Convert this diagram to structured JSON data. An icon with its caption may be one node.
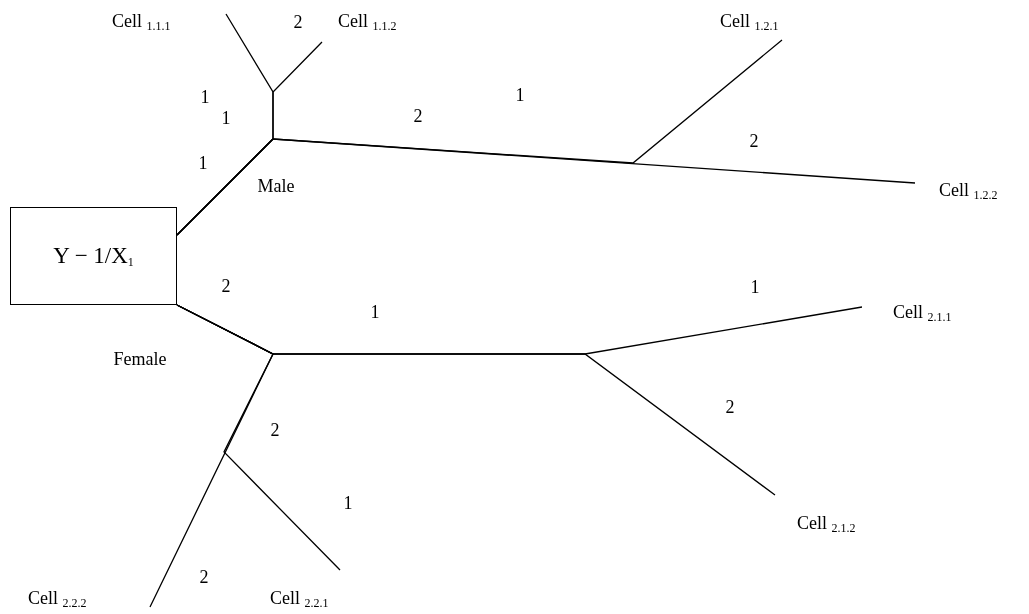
{
  "diagram": {
    "nodes": [
      {
        "text": [
          "Y − 1/X$_{1}$"
        ]
      },
      {
        "text": [
          "Cell $_{1.1.1}$"
        ]
      },
      {
        "text": [
          "Cell $_{1.1.2}$"
        ]
      },
      {
        "text": [
          "Cell $_{1.2.1}$"
        ]
      },
      {
        "text": [
          "Cell $_{1.2.2}$"
        ]
      },
      {
        "text": [
          "Cell $_{2.1.1}$"
        ]
      },
      {
        "text": [
          "Cell $_{2.1.2}$"
        ]
      },
      {
        "text": [
          "Cell $_{2.2.2}$"
        ]
      },
      {
        "text": [
          "Cell $_{2.2.1}$"
        ]
      }
    ],
    "edges": [
      {
        "from": 0,
        "to": 1,
        "arrow": "none"
      },
      {
        "from": 0,
        "to": 2,
        "arrow": "none"
      },
      {
        "from": 0,
        "to": 3,
        "arrow": "none"
      },
      {
        "from": 0,
        "to": 4,
        "arrow": "none"
      },
      {
        "from": 0,
        "to": 5,
        "arrow": "none"
      },
      {
        "from": 0,
        "to": 6,
        "arrow": "none"
      },
      {
        "from": 0,
        "to": 8,
        "arrow": "none"
      },
      {
        "from": 0,
        "to": 7,
        "arrow": "none"
      }
    ],
    "labels": [
      "2",
      "1",
      "1",
      "2",
      "1",
      "2",
      "1",
      "Male",
      "2",
      "1",
      "1",
      "Female",
      "2",
      "2",
      "1",
      "2"
    ]
  }
}
